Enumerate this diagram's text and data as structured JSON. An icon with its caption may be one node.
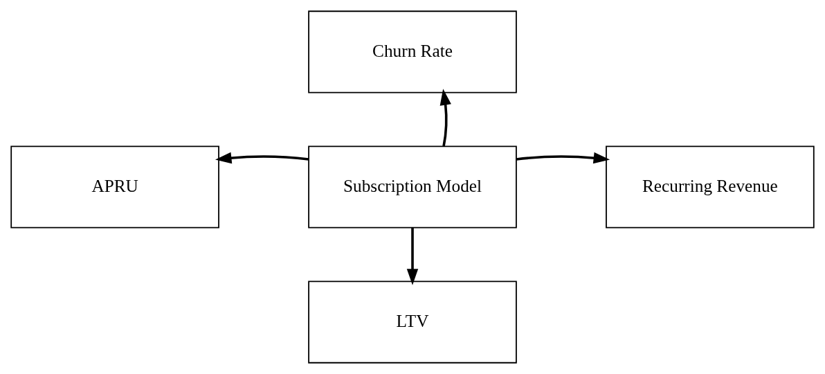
{
  "diagram": {
    "nodes": [
      {
        "text": [
          "Churn Rate"
        ]
      },
      {
        "text": [
          "APRU"
        ]
      },
      {
        "text": [
          "Subscription Model"
        ]
      },
      {
        "text": [
          "Recurring Revenue"
        ]
      },
      {
        "text": [
          "LTV"
        ]
      }
    ],
    "edges": [
      {
        "from": 2,
        "to": 0,
        "arrow": "to"
      },
      {
        "from": 2,
        "to": 1,
        "arrow": "to"
      },
      {
        "from": 2,
        "to": 3,
        "arrow": "to"
      },
      {
        "from": 2,
        "to": 4,
        "arrow": "to"
      }
    ]
  }
}
